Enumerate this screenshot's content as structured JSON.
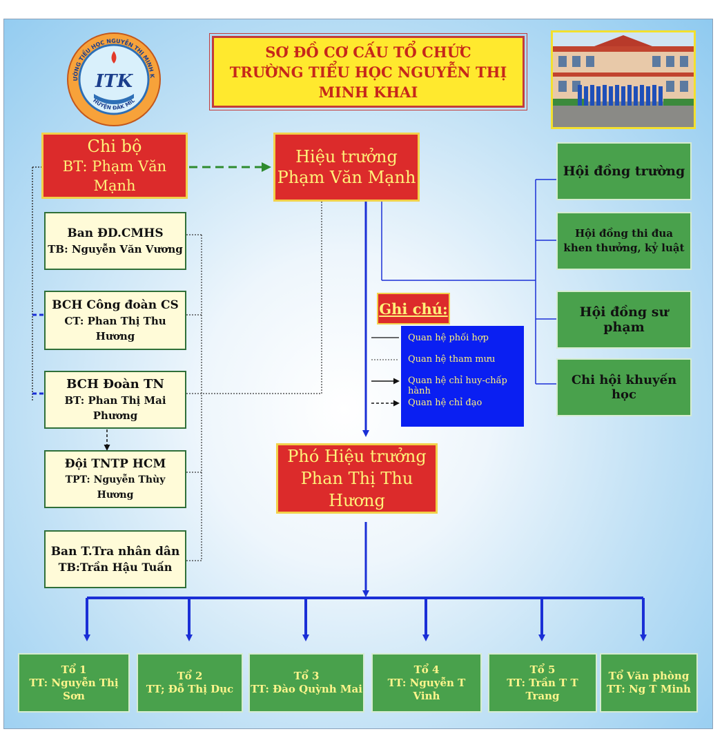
{
  "title": {
    "line1": "SƠ ĐỒ CƠ CẤU TỔ CHỨC",
    "line2": "TRƯỜNG TIỂU HỌC NGUYỄN THỊ MINH KHAI"
  },
  "logo": {
    "text": "ITK",
    "ring_top": "TRƯỜNG TIỂU HỌC NGUYỄN THỊ MINH KHAI",
    "ring_bottom": "HUYỆN ĐĂK MIL"
  },
  "chibo": {
    "line1": "Chi bộ",
    "line2": "BT: Phạm Văn Mạnh"
  },
  "hieutruong": {
    "line1": "Hiệu trưởng",
    "line2": "Phạm Văn Mạnh"
  },
  "phohieutruong": {
    "line1": "Phó Hiệu trưởng",
    "line2": "Phan Thị Thu Hương"
  },
  "left_boxes": [
    {
      "line1": "Ban ĐD.CMHS",
      "line2": "TB: Nguyễn Văn Vương"
    },
    {
      "line1": "BCH Công đoàn CS",
      "line2": "CT: Phan Thị Thu Hương"
    },
    {
      "line1": "BCH Đoàn TN",
      "line2": "BT: Phan Thị Mai Phương"
    },
    {
      "line1": "Đội  TNTP HCM",
      "line2": "TPT: Nguyễn Thùy Hương"
    },
    {
      "line1": "Ban T.Tra nhân dân",
      "line2": "TB:Trần Hậu Tuấn"
    }
  ],
  "right_boxes": [
    "Hội đồng trường",
    "Hội đồng thi đua khen thưởng, kỷ luật",
    "Hội đồng sư phạm",
    "Chi hội khuyến học"
  ],
  "legend": {
    "title": "Ghi chú:",
    "items": [
      "Quan hệ phối  hợp",
      "Quan hệ tham mưu",
      "Quan hệ chỉ huy-chấp hành",
      "Quan hệ chỉ đạo"
    ]
  },
  "groups": [
    {
      "name": "Tổ 1",
      "leader": "TT: Nguyễn Thị Sơn"
    },
    {
      "name": "Tổ 2",
      "leader": "TT; Đỗ Thị Dục"
    },
    {
      "name": "Tổ 3",
      "leader": "TT: Đào Quỳnh Mai"
    },
    {
      "name": "Tổ 4",
      "leader": "TT: Nguyễn T Vinh"
    },
    {
      "name": "Tổ 5",
      "leader": "TT: Trần T T Trang"
    },
    {
      "name": "Tổ Văn phòng",
      "leader": "TT: Ng T Minh"
    }
  ],
  "colors": {
    "red_box": "#dc2b2b",
    "green_box": "#49a14c",
    "cream_box": "#fffbd8",
    "blue_line": "#1a2fd6",
    "title_bg": "#ffe92e"
  }
}
